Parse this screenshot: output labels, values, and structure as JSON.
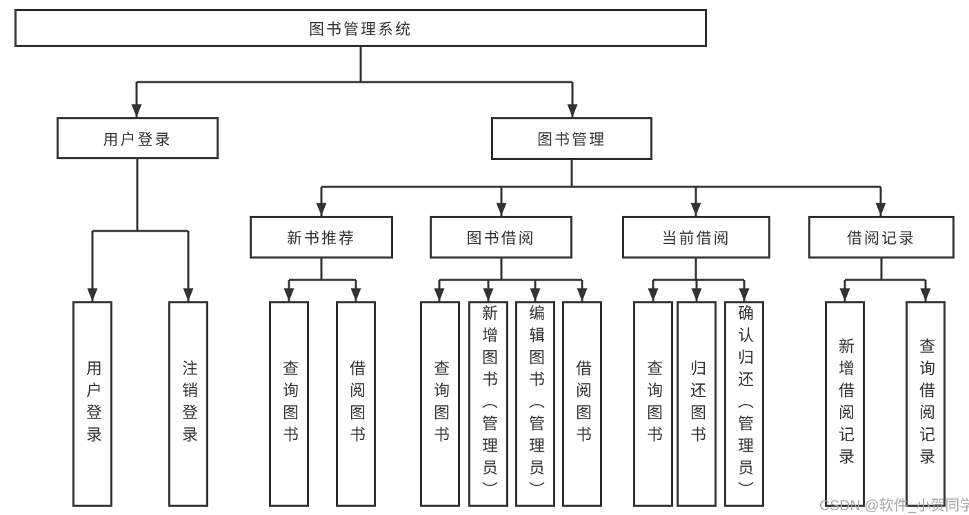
{
  "colors": {
    "background": "#ffffff",
    "box-bg": "#ffffff",
    "line": "#333333",
    "text": "#333333",
    "watermark": "#a6a6a6"
  },
  "watermark": "CSDN @软件_小贺同学",
  "diagram": {
    "root": {
      "label": "图书管理系统"
    },
    "branches": [
      {
        "label": "用户登录",
        "children": [
          {
            "label": "用户登录"
          },
          {
            "label": "注销登录"
          }
        ]
      },
      {
        "label": "图书管理",
        "children": [
          {
            "label": "新书推荐",
            "children": [
              {
                "label": "查询图书"
              },
              {
                "label": "借阅图书"
              }
            ]
          },
          {
            "label": "图书借阅",
            "children": [
              {
                "label": "查询图书"
              },
              {
                "label": "新增图书（管理员）"
              },
              {
                "label": "编辑图书（管理员）"
              },
              {
                "label": "借阅图书"
              }
            ]
          },
          {
            "label": "当前借阅",
            "children": [
              {
                "label": "查询图书"
              },
              {
                "label": "归还图书"
              },
              {
                "label": "确认归还（管理员）"
              }
            ]
          },
          {
            "label": "借阅记录",
            "children": [
              {
                "label": "新增借阅记录"
              },
              {
                "label": "查询借阅记录"
              }
            ]
          }
        ]
      }
    ]
  }
}
